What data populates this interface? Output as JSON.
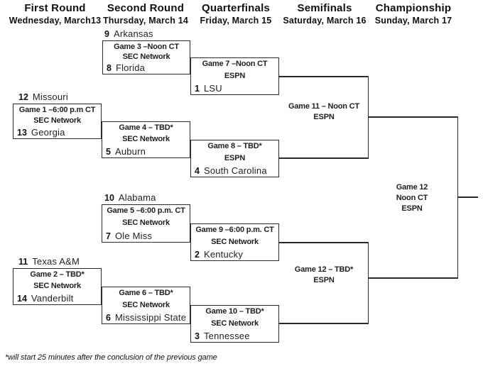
{
  "columns": [
    {
      "round": "First Round",
      "date": "Wednesday, March13"
    },
    {
      "round": "Second Round",
      "date": "Thursday, March 14"
    },
    {
      "round": "Quarterfinals",
      "date": "Friday, March 15"
    },
    {
      "round": "Semifinals",
      "date": "Saturday, March 16"
    },
    {
      "round": "Championship",
      "date": "Sunday, March 17"
    }
  ],
  "games": {
    "g1": {
      "info": "Game 1 –6:00 p.m CT",
      "network": "SEC Network",
      "top_seed": "12",
      "top_team": "Missouri",
      "bottom_seed": "13",
      "bottom_team": "Georgia"
    },
    "g2": {
      "info": "Game 2 – TBD*",
      "network": "SEC Network",
      "top_seed": "11",
      "top_team": "Texas A&M",
      "bottom_seed": "14",
      "bottom_team": "Vanderbilt"
    },
    "g3": {
      "info": "Game 3 –Noon CT",
      "network": "SEC Network",
      "top_seed": "9",
      "top_team": "Arkansas",
      "bottom_seed": "8",
      "bottom_team": "Florida"
    },
    "g4": {
      "info": "Game 4 – TBD*",
      "network": "SEC Network",
      "bottom_seed": "5",
      "bottom_team": "Auburn"
    },
    "g5": {
      "info": "Game 5 –6:00 p.m. CT",
      "network": "SEC Network",
      "top_seed": "10",
      "top_team": "Alabama",
      "bottom_seed": "7",
      "bottom_team": "Ole Miss"
    },
    "g6": {
      "info": "Game 6 – TBD*",
      "network": "SEC Network",
      "bottom_seed": "6",
      "bottom_team": "Mississippi State"
    },
    "g7": {
      "info": "Game 7 –Noon CT",
      "network": "ESPN",
      "bottom_seed": "1",
      "bottom_team": "LSU"
    },
    "g8": {
      "info": "Game 8 – TBD*",
      "network": "ESPN",
      "bottom_seed": "4",
      "bottom_team": "South Carolina"
    },
    "g9": {
      "info": "Game 9 –6:00 p.m. CT",
      "network": "SEC Network",
      "bottom_seed": "2",
      "bottom_team": "Kentucky"
    },
    "g10": {
      "info": "Game 10 – TBD*",
      "network": "SEC Network",
      "bottom_seed": "3",
      "bottom_team": "Tennessee"
    }
  },
  "semifinal_labels": {
    "sf1": {
      "info": "Game 11 – Noon CT",
      "network": "ESPN"
    },
    "sf2": {
      "info": "Game 12 – TBD*",
      "network": "ESPN"
    }
  },
  "championship_label": {
    "line1": "Game 12",
    "line2": "Noon CT",
    "line3": "ESPN"
  },
  "footnote": "*will start 25 minutes after the conclusion of the previous game"
}
